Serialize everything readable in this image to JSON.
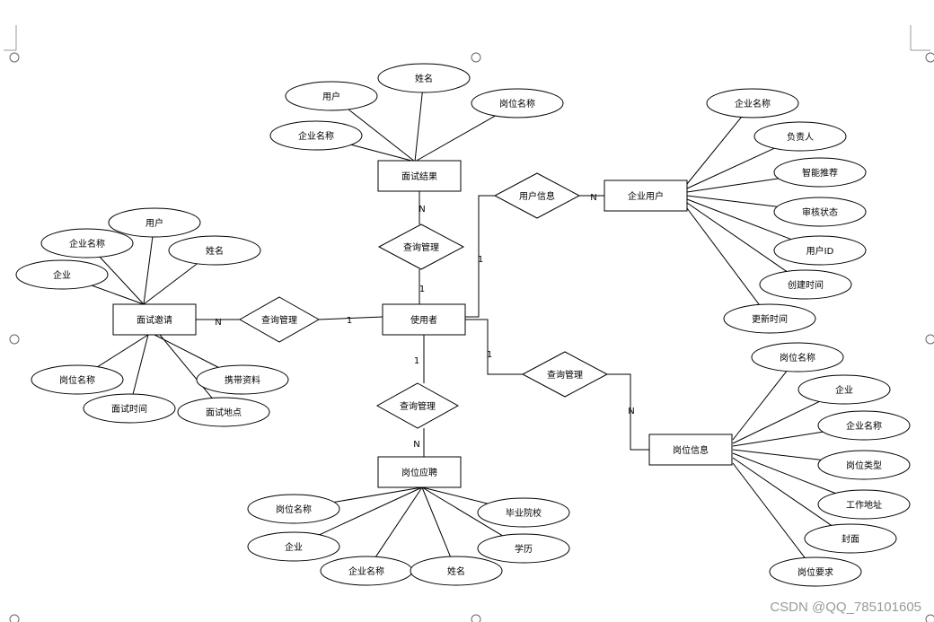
{
  "entities": [
    {
      "id": "result",
      "label": "面试结果"
    },
    {
      "id": "user",
      "label": "使用者"
    },
    {
      "id": "corp",
      "label": "企业用户"
    },
    {
      "id": "invite",
      "label": "面试邀请"
    },
    {
      "id": "apply",
      "label": "岗位应聘"
    },
    {
      "id": "job",
      "label": "岗位信息"
    }
  ],
  "relationships": [
    {
      "id": "r_result",
      "label": "查询管理"
    },
    {
      "id": "r_corp",
      "label": "用户信息"
    },
    {
      "id": "r_invite",
      "label": "查询管理"
    },
    {
      "id": "r_apply",
      "label": "查询管理"
    },
    {
      "id": "r_job",
      "label": "查询管理"
    }
  ],
  "attributes": [
    {
      "id": "a1",
      "label": "用户",
      "entity": "result"
    },
    {
      "id": "a2",
      "label": "姓名",
      "entity": "result"
    },
    {
      "id": "a3",
      "label": "岗位名称",
      "entity": "result"
    },
    {
      "id": "a4",
      "label": "企业名称",
      "entity": "result"
    },
    {
      "id": "a5",
      "label": "企业名称",
      "entity": "corp"
    },
    {
      "id": "a6",
      "label": "负责人",
      "entity": "corp"
    },
    {
      "id": "a7",
      "label": "智能推荐",
      "entity": "corp"
    },
    {
      "id": "a8",
      "label": "审核状态",
      "entity": "corp"
    },
    {
      "id": "a9",
      "label": "用户ID",
      "entity": "corp"
    },
    {
      "id": "a10",
      "label": "创建时间",
      "entity": "corp"
    },
    {
      "id": "a11",
      "label": "更新时间",
      "entity": "corp"
    },
    {
      "id": "a12",
      "label": "用户",
      "entity": "invite"
    },
    {
      "id": "a13",
      "label": "企业名称",
      "entity": "invite"
    },
    {
      "id": "a14",
      "label": "姓名",
      "entity": "invite"
    },
    {
      "id": "a15",
      "label": "企业",
      "entity": "invite"
    },
    {
      "id": "a16",
      "label": "岗位名称",
      "entity": "invite"
    },
    {
      "id": "a17",
      "label": "携带资料",
      "entity": "invite"
    },
    {
      "id": "a18",
      "label": "面试时间",
      "entity": "invite"
    },
    {
      "id": "a19",
      "label": "面试地点",
      "entity": "invite"
    },
    {
      "id": "a20",
      "label": "岗位名称",
      "entity": "apply"
    },
    {
      "id": "a21",
      "label": "毕业院校",
      "entity": "apply"
    },
    {
      "id": "a22",
      "label": "企业",
      "entity": "apply"
    },
    {
      "id": "a23",
      "label": "学历",
      "entity": "apply"
    },
    {
      "id": "a24",
      "label": "企业名称",
      "entity": "apply"
    },
    {
      "id": "a25",
      "label": "姓名",
      "entity": "apply"
    },
    {
      "id": "a26",
      "label": "岗位名称",
      "entity": "job"
    },
    {
      "id": "a27",
      "label": "企业",
      "entity": "job"
    },
    {
      "id": "a28",
      "label": "企业名称",
      "entity": "job"
    },
    {
      "id": "a29",
      "label": "岗位类型",
      "entity": "job"
    },
    {
      "id": "a30",
      "label": "工作地址",
      "entity": "job"
    },
    {
      "id": "a31",
      "label": "封面",
      "entity": "job"
    },
    {
      "id": "a32",
      "label": "岗位要求",
      "entity": "job"
    }
  ],
  "cardinalities": [
    {
      "id": "c1",
      "label": "N"
    },
    {
      "id": "c2",
      "label": "1"
    },
    {
      "id": "c3",
      "label": "N"
    },
    {
      "id": "c4",
      "label": "1"
    },
    {
      "id": "c5",
      "label": "N"
    },
    {
      "id": "c6",
      "label": "1"
    },
    {
      "id": "c7",
      "label": "1"
    },
    {
      "id": "c8",
      "label": "N"
    },
    {
      "id": "c9",
      "label": "1"
    },
    {
      "id": "c10",
      "label": "N"
    }
  ],
  "watermark": "CSDN @QQ_785101605"
}
